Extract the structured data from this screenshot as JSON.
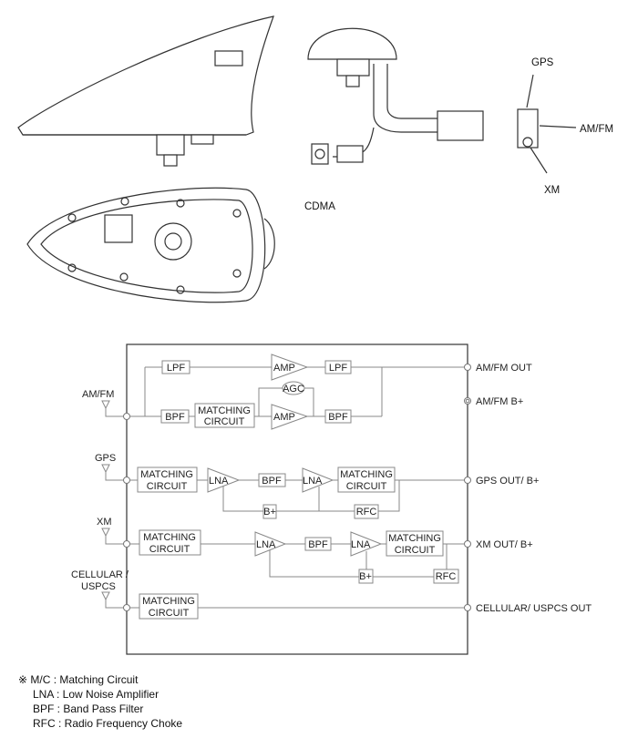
{
  "illustration": {
    "gps": "GPS",
    "amfm": "AM/FM",
    "xm": "XM",
    "cdma": "CDMA"
  },
  "inputs": {
    "amfm": "AM/FM",
    "gps": "GPS",
    "xm": "XM",
    "cellular1": "CELLULAR /",
    "cellular2": "USPCS"
  },
  "outputs": {
    "amfm_out": "AM/FM OUT",
    "amfm_b": "AM/FM B+",
    "gps_out": "GPS OUT/ B+",
    "xm_out": "XM OUT/ B+",
    "cell_out": "CELLULAR/ USPCS OUT"
  },
  "blocks": {
    "lpf": "LPF",
    "bpf": "BPF",
    "amp": "AMP",
    "agc": "AGC",
    "lna": "LNA",
    "bplus": "B+",
    "rfc": "RFC",
    "mc1": "MATCHING",
    "mc2": "CIRCUIT"
  },
  "legend": [
    "※ M/C : Matching Circuit",
    "LNA : Low Noise Amplifier",
    "BPF : Band Pass Filter",
    "RFC : Radio Frequency Choke"
  ]
}
